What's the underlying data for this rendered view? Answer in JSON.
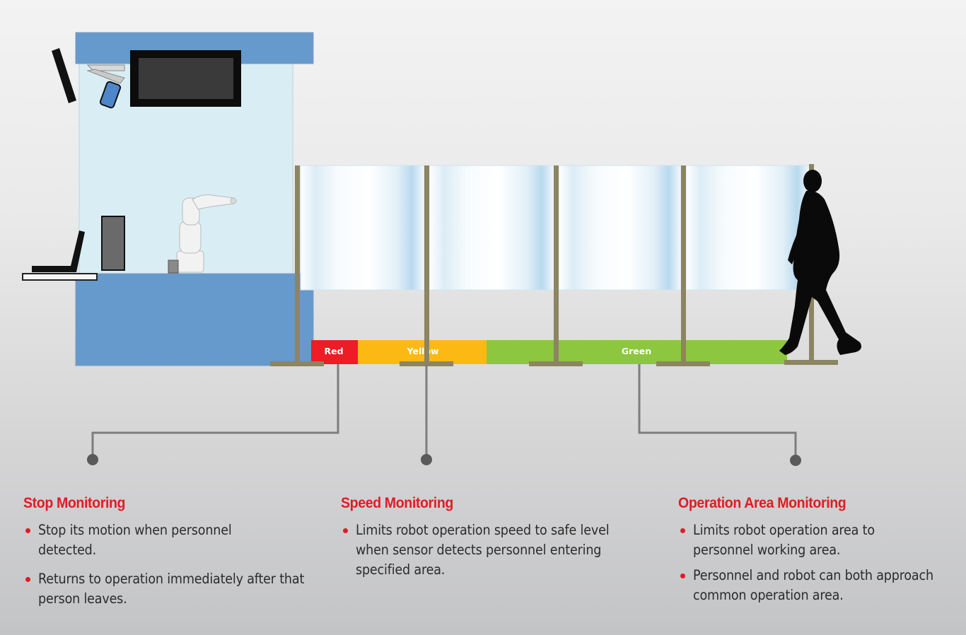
{
  "colors": {
    "accent_red": "#e11b23",
    "cabinet_blue": "#6699cc",
    "enclosure_glass": "#d6ecf2",
    "zone_red": "#ee1c25",
    "zone_yellow": "#fdb913",
    "zone_green": "#8dc63f",
    "pole": "#8c8562"
  },
  "zones": [
    {
      "label": "Red",
      "color": "#ee1c25"
    },
    {
      "label": "Yellow",
      "color": "#fdb913"
    },
    {
      "label": "Green",
      "color": "#8dc63f"
    }
  ],
  "columns": [
    {
      "title": "Stop Monitoring",
      "items": [
        "Stop its motion when personnel detected.",
        "Returns to operation immediately after that person leaves."
      ]
    },
    {
      "title": "Speed Monitoring",
      "items": [
        "Limits robot operation speed to safe level when sensor detects personnel entering specified area."
      ]
    },
    {
      "title": "Operation Area Monitoring",
      "items": [
        "Limits robot operation area to personnel working area.",
        "Personnel and robot can both approach common operation area."
      ]
    }
  ]
}
